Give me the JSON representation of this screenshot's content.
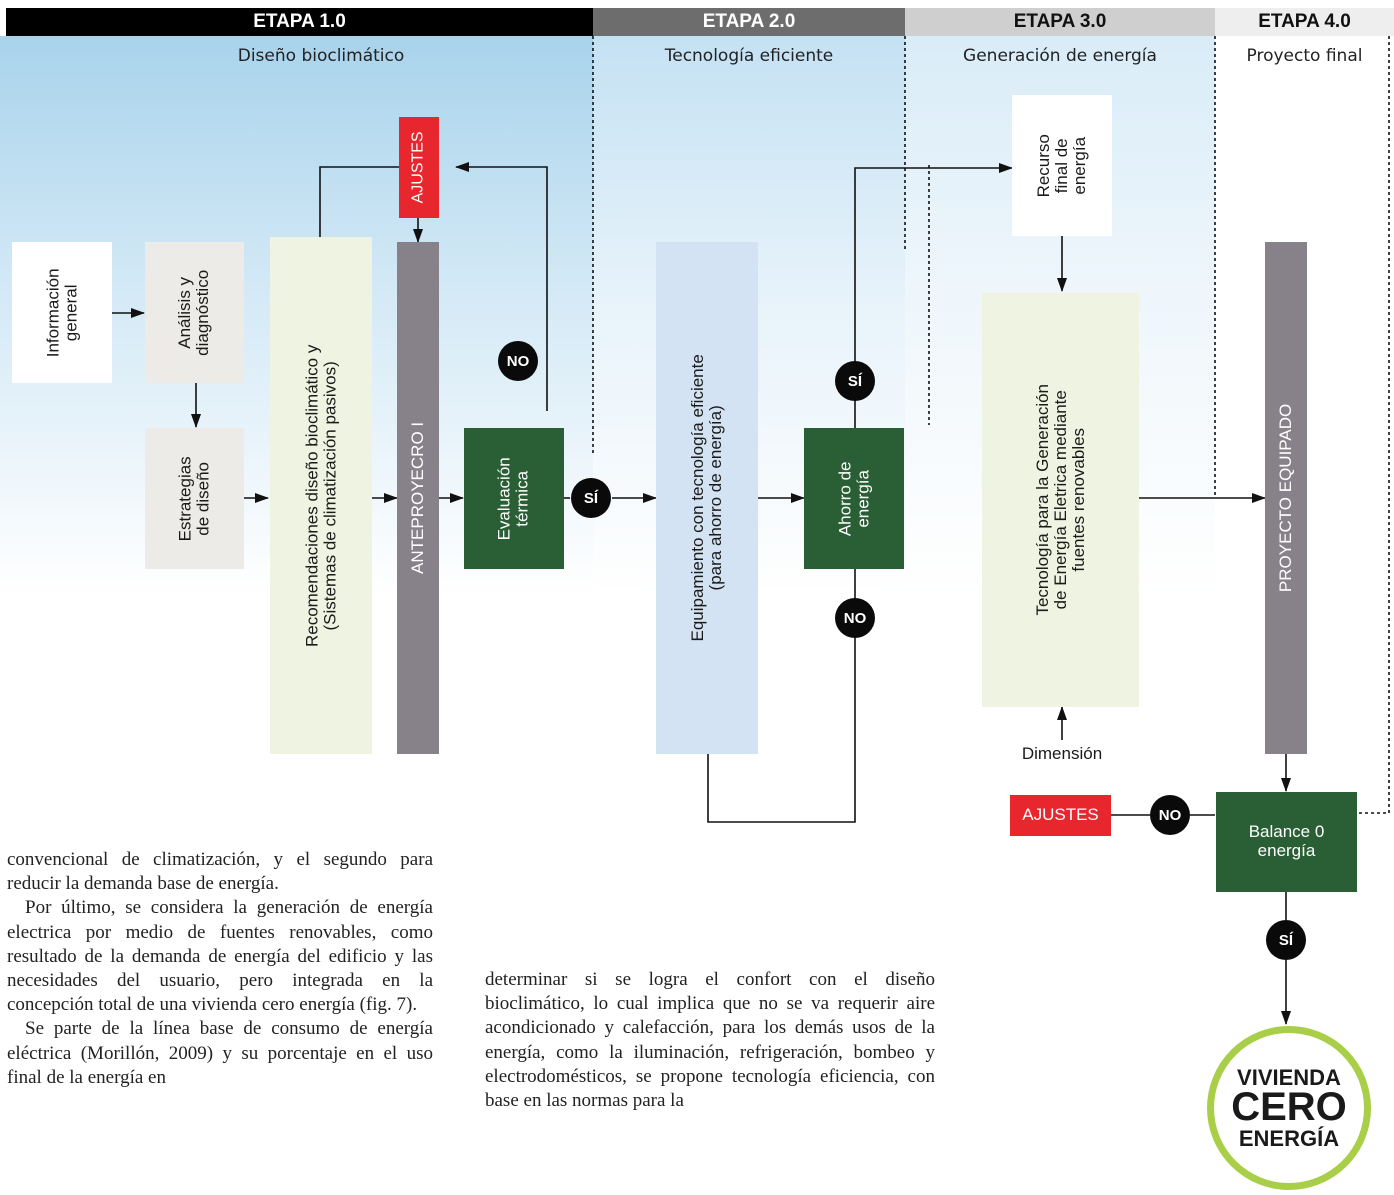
{
  "stages": [
    {
      "title": "ETAPA 1.0",
      "subtitle": "Diseño bioclimático"
    },
    {
      "title": "ETAPA 2.0",
      "subtitle": "Tecnología eficiente"
    },
    {
      "title": "ETAPA 3.0",
      "subtitle": "Generación de energía"
    },
    {
      "title": "ETAPA 4.0",
      "subtitle": "Proyecto final"
    }
  ],
  "nodes": {
    "info_general": {
      "line1": "Información",
      "line2": "general"
    },
    "analisis": {
      "line1": "Análisis y",
      "line2": "diagnóstico"
    },
    "estrategias": {
      "line1": "Estrategias",
      "line2": "de diseño"
    },
    "recomendaciones": {
      "line1": "Recomendaciones diseño bioclimático y",
      "line2": "(Sistemas de climatización pasivos)"
    },
    "ajustes_top": "AJUSTES",
    "anteproyecto": "ANTEPROYECRO I",
    "evaluacion": {
      "line1": "Evaluación",
      "line2": "térmica"
    },
    "equipamiento": {
      "line1": "Equipamiento con tecnología eficiente",
      "line2": "(para ahorro de energía)"
    },
    "ahorro": {
      "line1": "Ahorro de",
      "line2": "energía"
    },
    "recurso": {
      "line1": "Recurso",
      "line2": "final de",
      "line3": "energía"
    },
    "tecnologia": {
      "line1": "Tecnología para la Generación",
      "line2": "de Energía Eletrica mediante",
      "line3": "fuentes renovables"
    },
    "dimension": "Dimensión",
    "ajustes_bottom": "AJUSTES",
    "proyecto": "PROYECTO EQUIPADO",
    "balance": {
      "line1": "Balance 0",
      "line2": "energía"
    },
    "vivienda": {
      "line1": "VIVIENDA",
      "line2": "CERO",
      "line3": "ENERGÍA"
    }
  },
  "decisions": {
    "no": "NO",
    "si": "SÍ"
  },
  "text_left": [
    "convencional de climatización, y el segundo para reducir la demanda base de energía.",
    "Por último, se considera la generación de energía electrica por medio de fuentes renovables, como resultado de la demanda de energía del edificio y las necesidades del usuario, pero integrada en la concepción total de una vivienda cero energía (fig. 7).",
    "Se parte de la línea base de consumo de energía eléctrica (Morillón, 2009) y su porcentaje en el uso final de la energía en"
  ],
  "text_right": "determinar si se logra el confort con el diseño bioclimático, lo cual implica que no se va requerir aire acondicionado y calefacción, para los demás usos de la energía, como la iluminación, refrigeración, bombeo y electrodomésticos, se propone tecnología eficiencia, con base en las normas para la",
  "colors": {
    "stage1": "#000000",
    "stage2": "#6d6d6d",
    "stage3": "#cfcfcf",
    "stage4": "#eeeeee",
    "green": "#2a5e34",
    "red": "#e8262e",
    "grey_bar": "#878189",
    "cream": "#eff3e1",
    "light_grey": "#ecebe7",
    "light_blue": "#d4e3f3",
    "ring": "#a9cf48"
  }
}
